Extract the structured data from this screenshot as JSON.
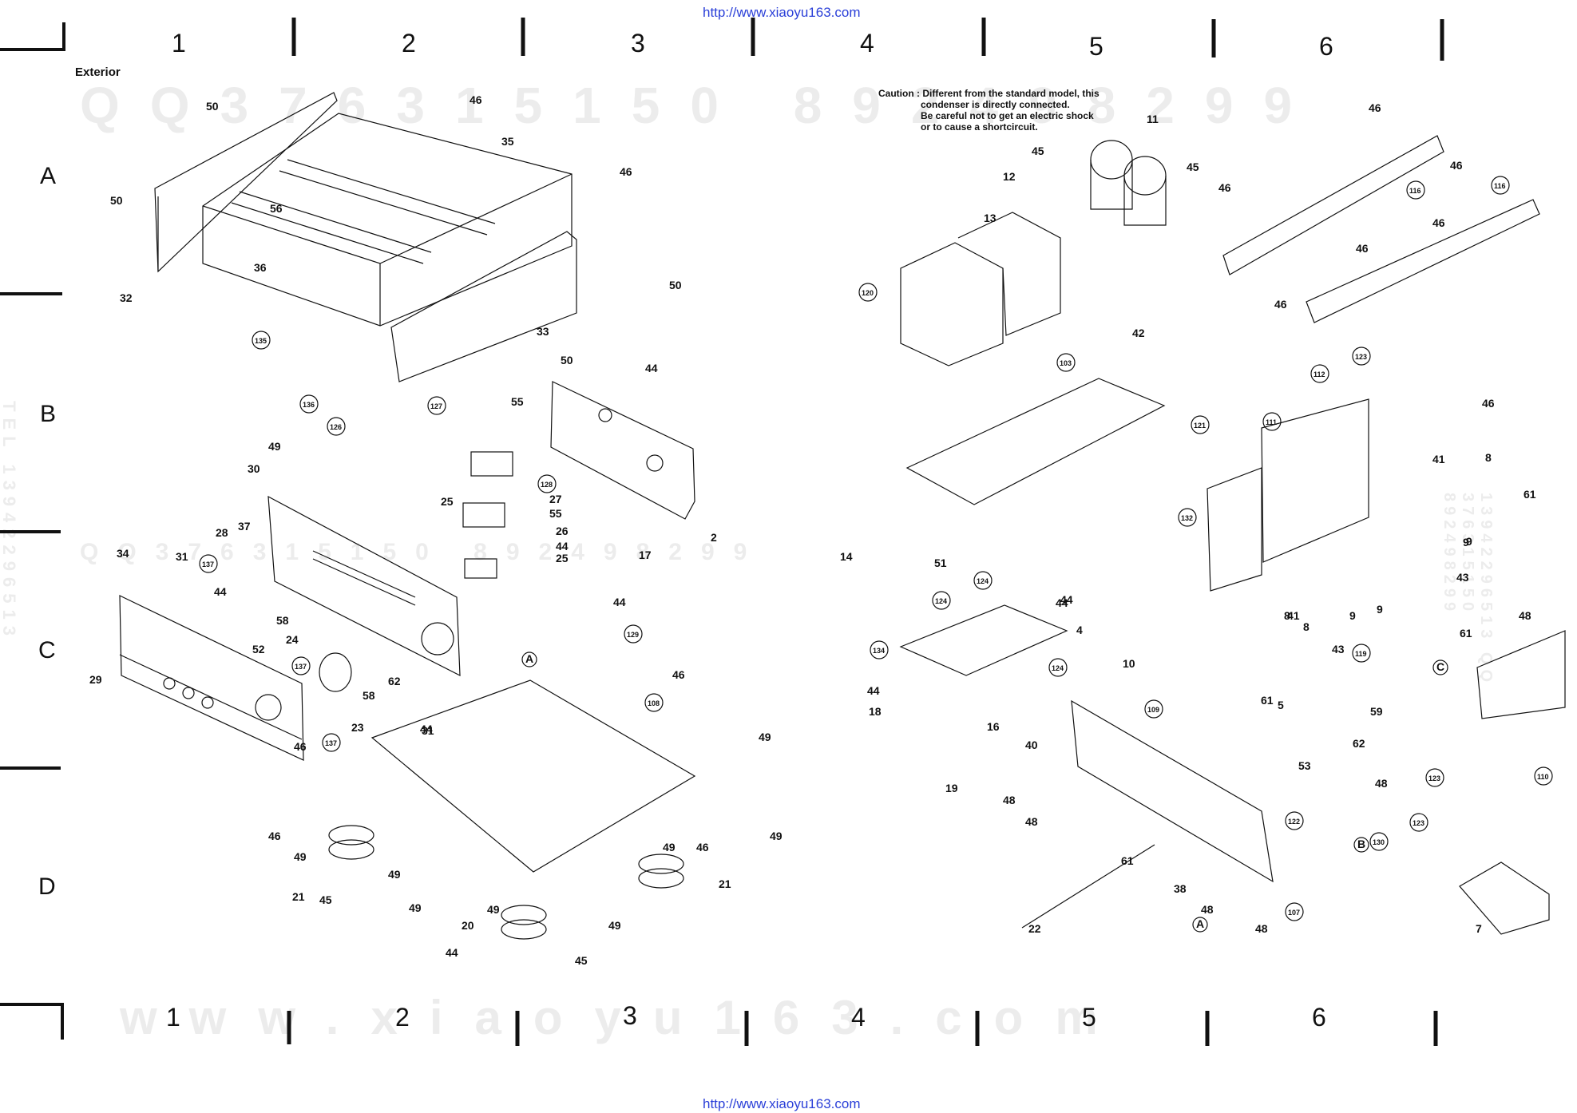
{
  "header": {
    "url": "http://www.xiaoyu163.com"
  },
  "footer": {
    "url": "http://www.xiaoyu163.com"
  },
  "section_title": "Exterior",
  "columns": [
    "1",
    "2",
    "3",
    "4",
    "5",
    "6"
  ],
  "rows": [
    "A",
    "B",
    "C",
    "D"
  ],
  "caution": {
    "line1": "Caution : Different from the standard model, this",
    "line2": "condenser is directly connected.",
    "line3": "Be careful not to get an electric shock",
    "line4": "or to cause a shortcircuit."
  },
  "watermarks": {
    "top": "QQ376315150 892498299",
    "middle": "QQ376315150 892498299",
    "bottom": "www.xiaoyu163.com",
    "side_left": "TEL 13942296513",
    "side_right": "13942296513 QQ 376315150 892498299"
  },
  "part_numbers": {
    "left": [
      "50",
      "46",
      "35",
      "50",
      "56",
      "46",
      "36",
      "32",
      "50",
      "135",
      "33",
      "50",
      "44",
      "55",
      "136",
      "126",
      "127",
      "49",
      "30",
      "128",
      "27",
      "25",
      "44",
      "2",
      "55",
      "26",
      "28",
      "37",
      "34",
      "31",
      "137",
      "25",
      "17",
      "44",
      "58",
      "24",
      "52",
      "44",
      "129",
      "29",
      "137",
      "62",
      "A",
      "46",
      "58",
      "23",
      "31",
      "44",
      "137",
      "46",
      "108",
      "49",
      "46",
      "49",
      "49",
      "49",
      "21",
      "45",
      "49",
      "46",
      "21",
      "49",
      "20",
      "49",
      "44",
      "49",
      "45"
    ],
    "right": [
      "11",
      "45",
      "45",
      "12",
      "13",
      "46",
      "116",
      "46",
      "46",
      "116",
      "46",
      "46",
      "46",
      "120",
      "123",
      "42",
      "103",
      "112",
      "111",
      "46",
      "121",
      "41",
      "8",
      "61",
      "132",
      "9",
      "9",
      "51",
      "124",
      "14",
      "44",
      "124",
      "4",
      "134",
      "124",
      "41",
      "8",
      "9",
      "8",
      "9",
      "43",
      "43",
      "44",
      "44",
      "18",
      "16",
      "10",
      "109",
      "119",
      "61",
      "61",
      "5",
      "48",
      "110",
      "C",
      "62",
      "59",
      "40",
      "53",
      "48",
      "123",
      "19",
      "48",
      "122",
      "123",
      "48",
      "B",
      "61",
      "130",
      "7",
      "38",
      "48",
      "22",
      "A",
      "48",
      "107"
    ]
  }
}
